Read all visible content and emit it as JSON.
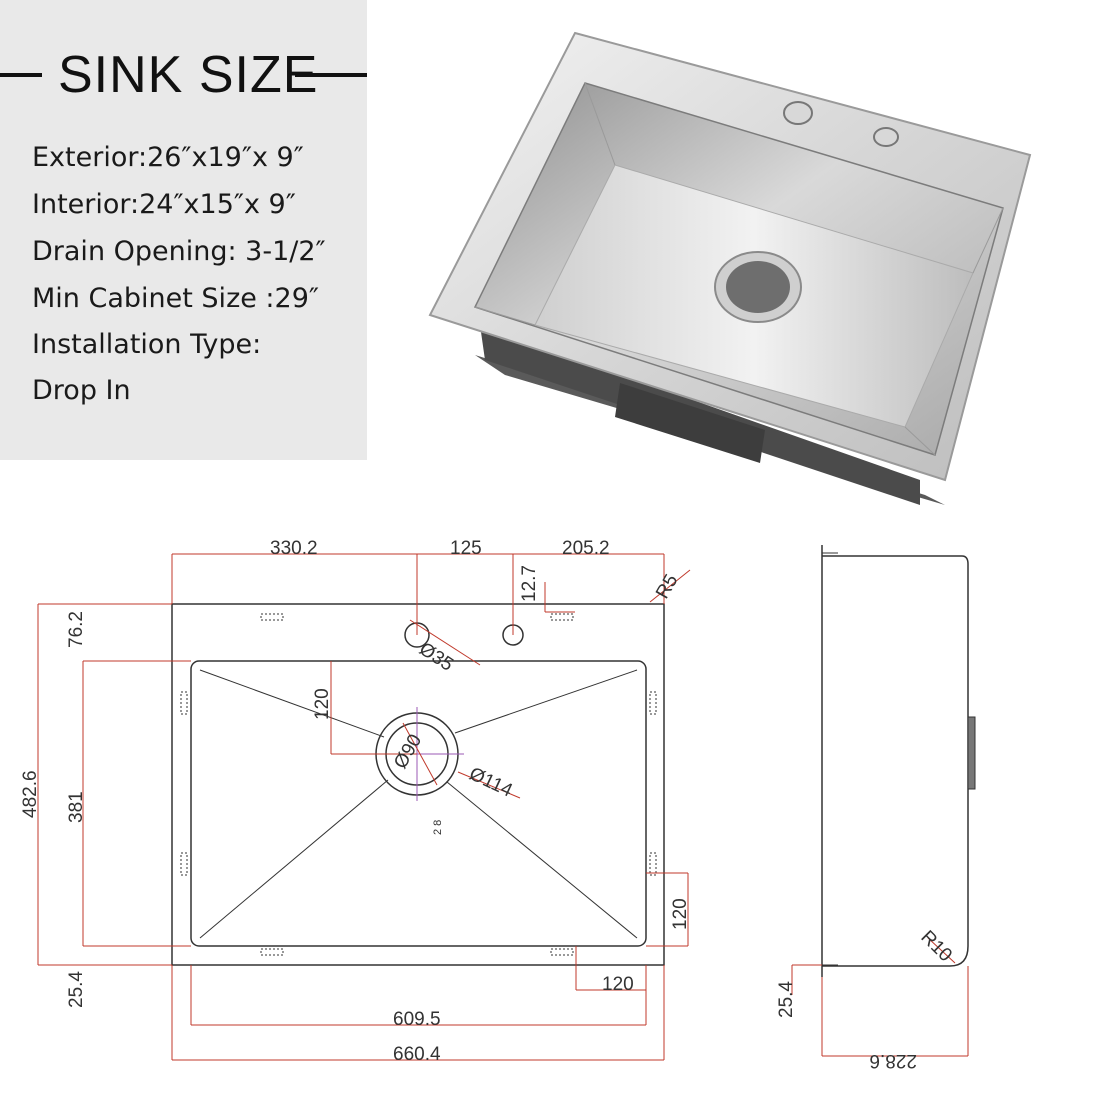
{
  "spec_panel": {
    "title": "SINK SIZE",
    "lines": [
      "Exterior:26″x19″x 9″",
      "Interior:24″x15″x 9″",
      "Drain Opening: 3-1/2″",
      "Min Cabinet Size :29″",
      "Installation Type:",
      "Drop In"
    ]
  },
  "top_view": {
    "dims": {
      "d330": "330.2",
      "d125": "125",
      "d205": "205.2",
      "d12": "12.7",
      "r5": "R5",
      "d76": "76.2",
      "d35": "Ø35",
      "d120a": "120",
      "d90": "Ø90",
      "d114": "Ø114",
      "d482": "482.6",
      "d381": "381",
      "d120b": "120",
      "d25": "25.4",
      "d120c": "120",
      "d609": "609.5",
      "d660": "660.4",
      "center_mark": "2 8"
    }
  },
  "side_view": {
    "dims": {
      "r10": "R10",
      "d25": "25.4",
      "d228": "228.6"
    }
  },
  "colors": {
    "panel_bg": "#e9e9e9",
    "dimension_line": "#c0392b",
    "drawing_line": "#333333",
    "center_mark": "#9b59b6"
  }
}
